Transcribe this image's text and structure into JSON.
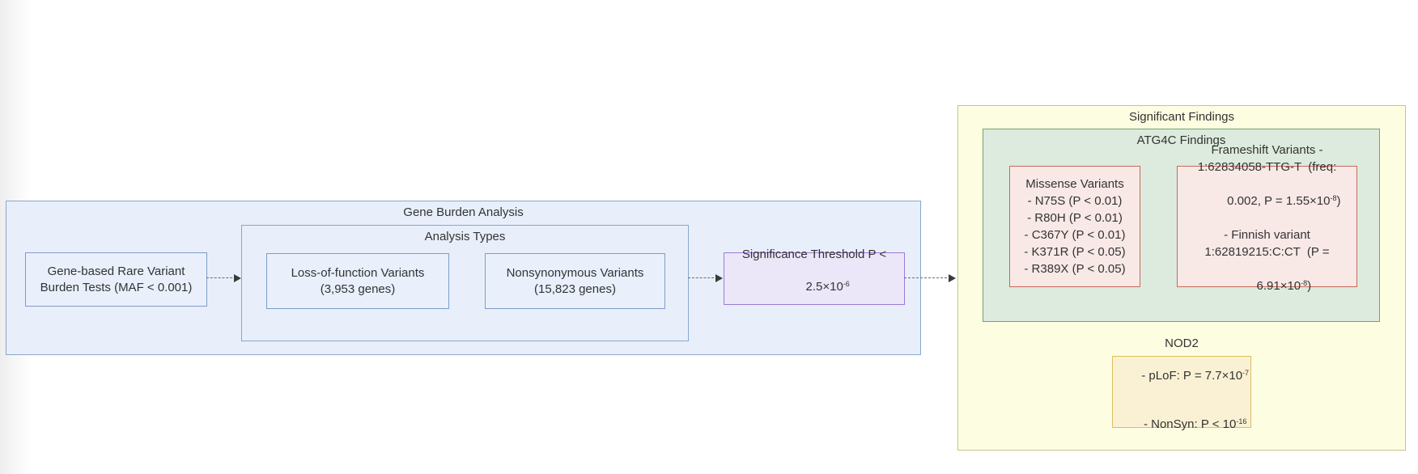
{
  "colors": {
    "blue_cluster_fill": "#e8effb",
    "blue_cluster_border": "#8aa7cb",
    "blue_node_fill": "#e9f0fc",
    "blue_node_border": "#7e9dc4",
    "purple_node_fill": "#ece7f8",
    "purple_node_border": "#9a7bd7",
    "yellow_cluster_fill": "#fdfde2",
    "yellow_cluster_border": "#c5c58c",
    "green_cluster_fill": "#dcebdd",
    "green_cluster_border": "#74a474",
    "pink_node_fill": "#f8e9e7",
    "pink_node_border": "#c8695a",
    "gold_node_fill": "#faf1d4",
    "gold_node_border": "#ddbe60",
    "text": "#333333",
    "arrow": "#3a3a3a"
  },
  "gene_burden": {
    "title": "Gene Burden Analysis",
    "burden_node": {
      "line1": "Gene-based Rare Variant",
      "line2": "Burden Tests (MAF < 0.001)"
    },
    "analysis_types": {
      "title": "Analysis Types",
      "lof_node": {
        "line1": "Loss-of-function Variants",
        "line2": "(3,953 genes)"
      },
      "nonsyn_node": {
        "line1": "Nonsynonymous Variants",
        "line2": "(15,823 genes)"
      }
    },
    "significance_node": {
      "line1": "Significance Threshold P <",
      "line2_base": "2.5×10",
      "line2_sup": "-6"
    }
  },
  "significant_findings": {
    "title": "Significant Findings",
    "atg4c": {
      "title": "ATG4C Findings",
      "missense_node": {
        "title": "Missense Variants",
        "items": [
          "- N75S (P < 0.01)",
          "- R80H (P < 0.01)",
          "- C367Y (P < 0.01)",
          "- K371R (P < 0.05)",
          "- R389X (P < 0.05)"
        ]
      },
      "frameshift_node": {
        "line1": "Frameshift Variants -",
        "line2": "1:62834058-TTG-T  (freq:",
        "line3_base": "0.002, P = 1.55×10",
        "line3_sup": "-8",
        "line3_tail": ")",
        "line4": "- Finnish variant",
        "line5": "1:62819215:C:CT  (P =",
        "line6_base": "6.91×10",
        "line6_sup": "-8",
        "line6_tail": ")"
      }
    },
    "nod2_node": {
      "title": "NOD2",
      "line2_base": "- pLoF: P = 7.7×10",
      "line2_sup": "-7",
      "line3_base": "- NonSyn: P < 10",
      "line3_sup": "-16"
    }
  }
}
